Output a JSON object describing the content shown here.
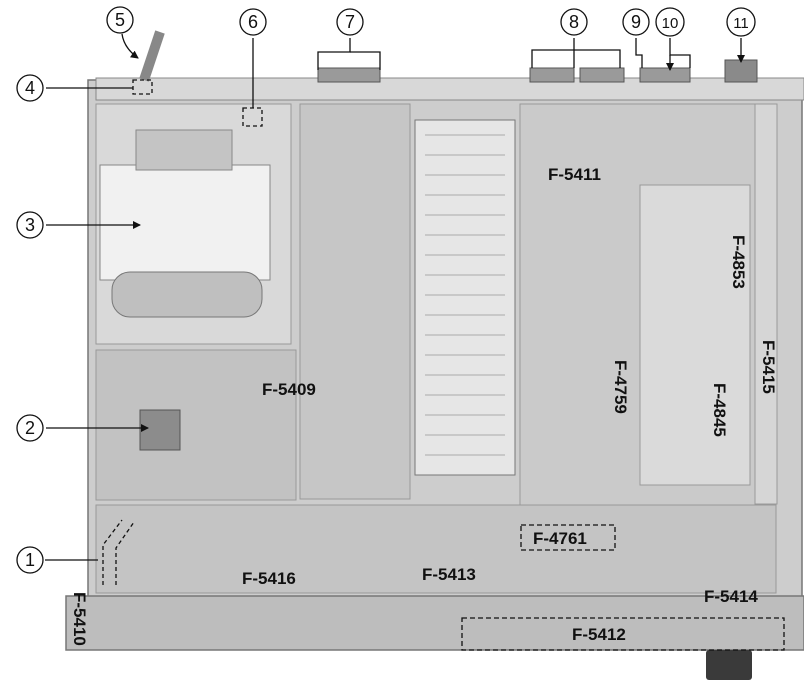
{
  "callouts": {
    "c1": "1",
    "c2": "2",
    "c3": "3",
    "c4": "4",
    "c5": "5",
    "c6": "6",
    "c7": "7",
    "c8": "8",
    "c9": "9",
    "c10": "10",
    "c11": "11"
  },
  "boards": {
    "f5409": "F-5409",
    "f5410": "F-5410",
    "f5411": "F-5411",
    "f5412": "F-5412",
    "f5413": "F-5413",
    "f5414": "F-5414",
    "f5415": "F-5415",
    "f5416": "F-5416",
    "f4759": "F-4759",
    "f4761": "F-4761",
    "f4845": "F-4845",
    "f4853": "F-4853"
  },
  "colors": {
    "chassis": "#c9c9c9",
    "panel": "#b9b9b9",
    "line": "#111111"
  }
}
